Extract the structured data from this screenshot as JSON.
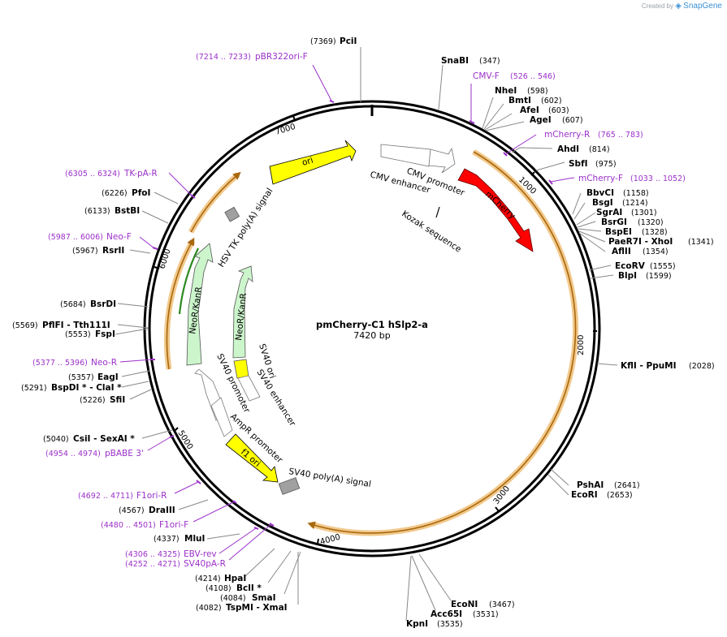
{
  "branding": {
    "prefix": "Created by",
    "name": "SnapGene"
  },
  "plasmid": {
    "name": "pmCherry-C1 hSlp2-a",
    "length_label": "7420 bp",
    "length": 7420
  },
  "ticks": [
    "1000",
    "2000",
    "3000",
    "4000",
    "5000",
    "6000",
    "7000"
  ],
  "sites": [
    {
      "name": "PciI",
      "pos": "(7369)"
    },
    {
      "name": "SnaBI",
      "pos": "(347)"
    },
    {
      "name": "NheI",
      "pos": "(598)"
    },
    {
      "name": "BmtI",
      "pos": "(602)"
    },
    {
      "name": "AfeI",
      "pos": "(603)"
    },
    {
      "name": "AgeI",
      "pos": "(607)"
    },
    {
      "name": "AhdI",
      "pos": "(814)"
    },
    {
      "name": "SbfI",
      "pos": "(975)"
    },
    {
      "name": "BbvCI",
      "pos": "(1158)"
    },
    {
      "name": "BsgI",
      "pos": "(1214)"
    },
    {
      "name": "SgrAI",
      "pos": "(1301)"
    },
    {
      "name": "BsrGI",
      "pos": "(1320)"
    },
    {
      "name": "BspEI",
      "pos": "(1328)"
    },
    {
      "name": "PaeR7I  - XhoI",
      "pos": "(1341)"
    },
    {
      "name": "AflII",
      "pos": "(1354)"
    },
    {
      "name": "EcoRV",
      "pos": "(1555)"
    },
    {
      "name": "BlpI",
      "pos": "(1599)"
    },
    {
      "name": "KflI  - PpuMI",
      "pos": "(2028)"
    },
    {
      "name": "PshAI",
      "pos": "(2641)"
    },
    {
      "name": "EcoRI",
      "pos": "(2653)"
    },
    {
      "name": "EcoNI",
      "pos": "(3467)"
    },
    {
      "name": "Acc65I",
      "pos": "(3531)"
    },
    {
      "name": "KpnI",
      "pos": "(3535)"
    },
    {
      "name": "HpaI",
      "pos": "(4214)"
    },
    {
      "name": "BclI *",
      "pos": "(4108)"
    },
    {
      "name": "SmaI",
      "pos": "(4084)"
    },
    {
      "name": "TspMI  - XmaI",
      "pos": "(4082)"
    },
    {
      "name": "MluI",
      "pos": "(4337)"
    },
    {
      "name": "DraIII",
      "pos": "(4567)"
    },
    {
      "name": "CsiI  - SexAI *",
      "pos": "(5040)"
    },
    {
      "name": "SfiI",
      "pos": "(5226)"
    },
    {
      "name": "BspDI *  - ClaI *",
      "pos": "(5291)"
    },
    {
      "name": "EagI",
      "pos": "(5357)"
    },
    {
      "name": "FspI",
      "pos": "(5553)"
    },
    {
      "name": "PflFI  - Tth111I",
      "pos": "(5569)"
    },
    {
      "name": "BsrDI",
      "pos": "(5684)"
    },
    {
      "name": "RsrII",
      "pos": "(5967)"
    },
    {
      "name": "BstBI",
      "pos": "(6133)"
    },
    {
      "name": "PfoI",
      "pos": "(6226)"
    }
  ],
  "primers": [
    {
      "name": "pBR322ori-F",
      "range": "(7214 .. 7233)"
    },
    {
      "name": "CMV-F",
      "range": "(526 .. 546)"
    },
    {
      "name": "mCherry-R",
      "range": "(765 .. 783)"
    },
    {
      "name": "mCherry-F",
      "range": "(1033 .. 1052)"
    },
    {
      "name": "TK-pA-R",
      "range": "(6305 .. 6324)"
    },
    {
      "name": "Neo-F",
      "range": "(5987 .. 6006)"
    },
    {
      "name": "Neo-R",
      "range": "(5377 .. 5396)"
    },
    {
      "name": "pBABE 3'",
      "range": "(4954 .. 4974)"
    },
    {
      "name": "F1ori-R",
      "range": "(4692 .. 4711)"
    },
    {
      "name": "F1ori-F",
      "range": "(4480 .. 4501)"
    },
    {
      "name": "EBV-rev",
      "range": "(4306 .. 4325)"
    },
    {
      "name": "SV40pA-R",
      "range": "(4252 .. 4271)"
    }
  ],
  "features": [
    {
      "name": "ori"
    },
    {
      "name": "CMV enhancer"
    },
    {
      "name": "CMV promoter"
    },
    {
      "name": "mCherry"
    },
    {
      "name": "Kozak sequence"
    },
    {
      "name": "HSV TK poly(A) signal"
    },
    {
      "name": "NeoR/KanR"
    },
    {
      "name": "NeoR/KanR"
    },
    {
      "name": "SV40 ori"
    },
    {
      "name": "SV40 enhancer"
    },
    {
      "name": "SV40 promoter"
    },
    {
      "name": "AmpR promoter"
    },
    {
      "name": "f1 ori"
    },
    {
      "name": "SV40 poly(A) signal"
    }
  ],
  "colors": {
    "mcherry": "#ff0000",
    "ori": "#ffff00",
    "f1ori": "#ffff00",
    "neor_fill": "#ccf5cc",
    "primer": "#9b30c9",
    "orf_outline": "#f2c98c",
    "orf_arrow": "#a8680e",
    "orf_green": "#2d8a1f",
    "backbone": "#000000",
    "polyA": "#a0a0a0"
  }
}
